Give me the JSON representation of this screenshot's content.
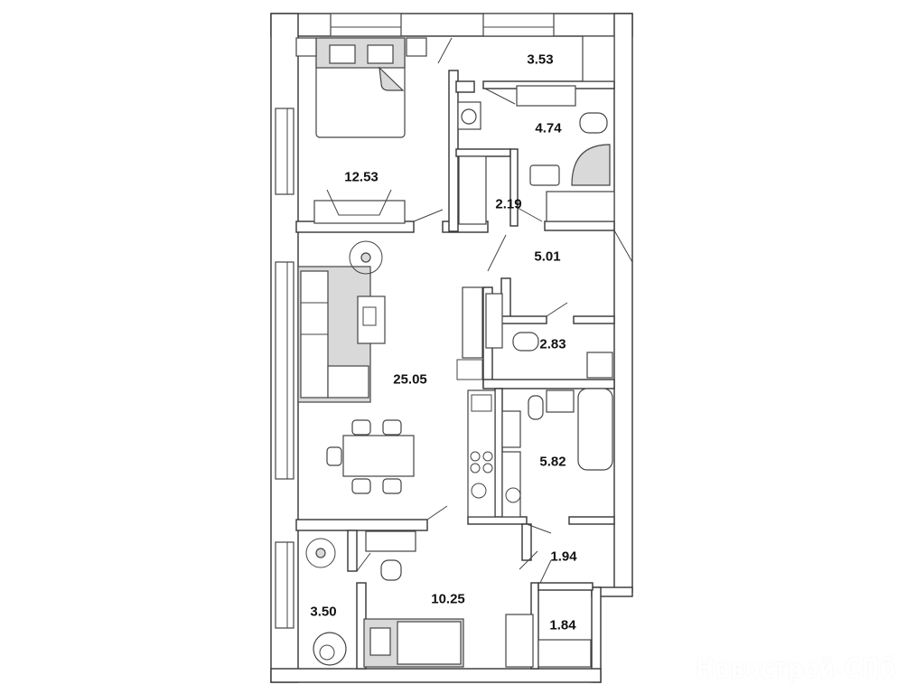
{
  "rooms": [
    {
      "id": "bedroom",
      "area": "12.53"
    },
    {
      "id": "storage-top",
      "area": "3.53"
    },
    {
      "id": "bathroom-1",
      "area": "4.74"
    },
    {
      "id": "closet",
      "area": "2.19"
    },
    {
      "id": "hall",
      "area": "5.01"
    },
    {
      "id": "living-kitchen",
      "area": "25.05"
    },
    {
      "id": "wc",
      "area": "2.83"
    },
    {
      "id": "bathroom-2",
      "area": "5.82"
    },
    {
      "id": "corridor",
      "area": "1.94"
    },
    {
      "id": "wardrobe",
      "area": "1.84"
    },
    {
      "id": "kids-room",
      "area": "10.25"
    },
    {
      "id": "balcony",
      "area": "3.50"
    }
  ],
  "watermark": "Новострой-СПб"
}
